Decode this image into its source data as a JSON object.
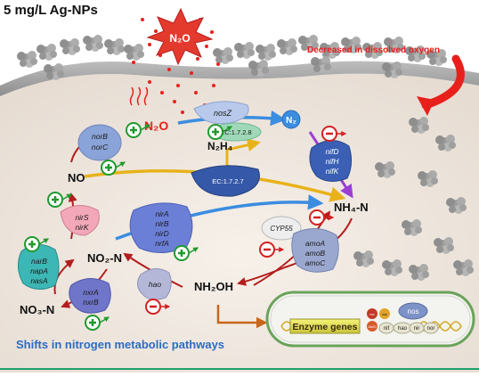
{
  "header": {
    "title": "5 mg/L Ag-NPs",
    "dissolved_oxygen_note": "Decreased in dissolved oxygen"
  },
  "species": {
    "n2o_burst": "N₂O",
    "n2o": "N₂O",
    "n2": "N₂",
    "n2h4": "N₂H₄",
    "no": "NO",
    "nh4n": "NH₄-N",
    "no2n": "NO₂-N",
    "no3n": "NO₃-N",
    "nh2oh": "NH₂OH"
  },
  "enzymes": {
    "nosz": "nosZ",
    "norb": "norB",
    "norc": "norC",
    "ec1728": "EC:1.7.2.8",
    "ec1727": "EC:1.7.2.7",
    "nifd": "nifD",
    "nifh": "nifH",
    "nifk": "nifK",
    "nirs": "nirS",
    "nirk": "nirK",
    "nira": "nirA",
    "nirb": "nirB",
    "nird": "nirD",
    "nrfa": "nrfA",
    "cyp55": "CYP55",
    "amoa": "amoA",
    "amob": "amoB",
    "amoc": "amoC",
    "narb": "narB",
    "napa": "napA",
    "nasa": "nasA",
    "nxra": "nxrA",
    "nxrb": "nxrB",
    "hao": "hao"
  },
  "cell_inset": {
    "enzyme_genes": "Enzyme genes",
    "nos": "nos",
    "nif": "nif",
    "hao": "hao",
    "nir": "nir",
    "nor": "nor",
    "nar": "nar",
    "amo": "AMO",
    "nxr": "nxr"
  },
  "footer": {
    "caption": "Shifts in nitrogen metabolic pathways"
  },
  "colors": {
    "caption_blue": "#2b6cc4",
    "alert_red": "#e8201c",
    "inhibit_red": "#d42020",
    "promote_green": "#1f9a2e",
    "arrow_yellow": "#e8b21b",
    "arrow_blue": "#3b8de0",
    "arrow_purple": "#9a3fd4",
    "arrow_orange": "#c8661c",
    "footer_line": "#1fa06a"
  }
}
